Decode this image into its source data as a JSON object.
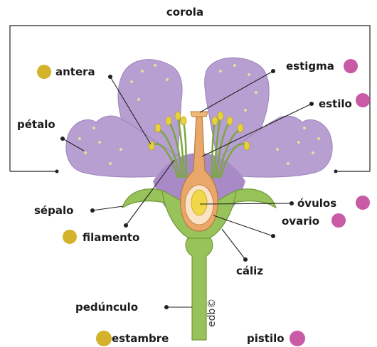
{
  "colors": {
    "petal": "#b79fd1",
    "petal_light": "#c9b5e0",
    "petal_dot": "#e8df9a",
    "sepal": "#98c25a",
    "sepal_dark": "#6f9a3a",
    "stamen_dot": "#d4b22c",
    "pistil_dot": "#c85aa6",
    "ovary": "#e9a76a",
    "ovule": "#f0d84a",
    "line": "#222222"
  },
  "labels": {
    "corola": "corola",
    "antera": "antera",
    "estigma": "estigma",
    "estilo": "estilo",
    "petalo": "pétalo",
    "sepalo": "sépalo",
    "ovulos": "óvulos",
    "ovario": "ovario",
    "filamento": "filamento",
    "caliz": "cáliz",
    "peduncul": "pedúnculo",
    "estambre": "estambre",
    "pistilo": "pistilo",
    "watermark": "edb©"
  }
}
